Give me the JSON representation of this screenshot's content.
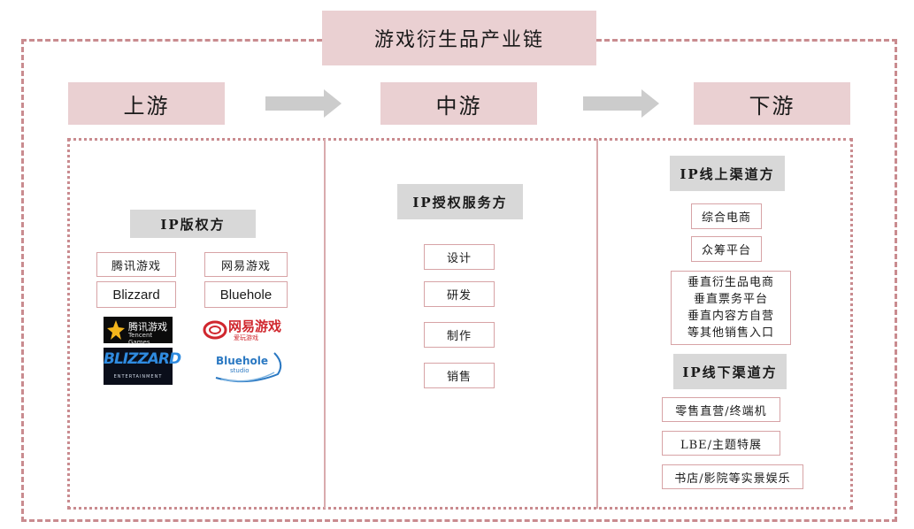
{
  "title": "游戏衍生品产业链",
  "stages": {
    "upstream": "上游",
    "midstream": "中游",
    "downstream": "下游"
  },
  "upstream": {
    "header": "IP版权方",
    "companies": [
      "腾讯游戏",
      "网易游戏",
      "Blizzard",
      "Bluehole"
    ],
    "logos": {
      "tencent": {
        "main": "腾讯游戏",
        "sub": "Tencent Games"
      },
      "netease": {
        "main": "网易游戏",
        "sub": "爱玩游戏"
      },
      "blizzard": {
        "main": "BLIZZARD",
        "sub": "ENTERTAINMENT"
      },
      "bluehole": {
        "main": "Bluehole",
        "sub": "studio"
      }
    }
  },
  "midstream": {
    "header": "IP授权服务方",
    "items": [
      "设计",
      "研发",
      "制作",
      "销售"
    ]
  },
  "downstream": {
    "online_header": "IP线上渠道方",
    "online_items": [
      "综合电商",
      "众筹平台"
    ],
    "online_multi": [
      "垂直衍生品电商",
      "垂直票务平台",
      "垂直内容方自营",
      "等其他销售入口"
    ],
    "offline_header": "IP线下渠道方",
    "offline_items": [
      "零售直营/终端机",
      "LBE/主题特展",
      "书店/影院等实景娱乐"
    ]
  },
  "colors": {
    "accent_fill": "#ead0d2",
    "frame": "#c98b8f",
    "gray_box": "#d8d8d8",
    "arrow": "#cccccc"
  }
}
